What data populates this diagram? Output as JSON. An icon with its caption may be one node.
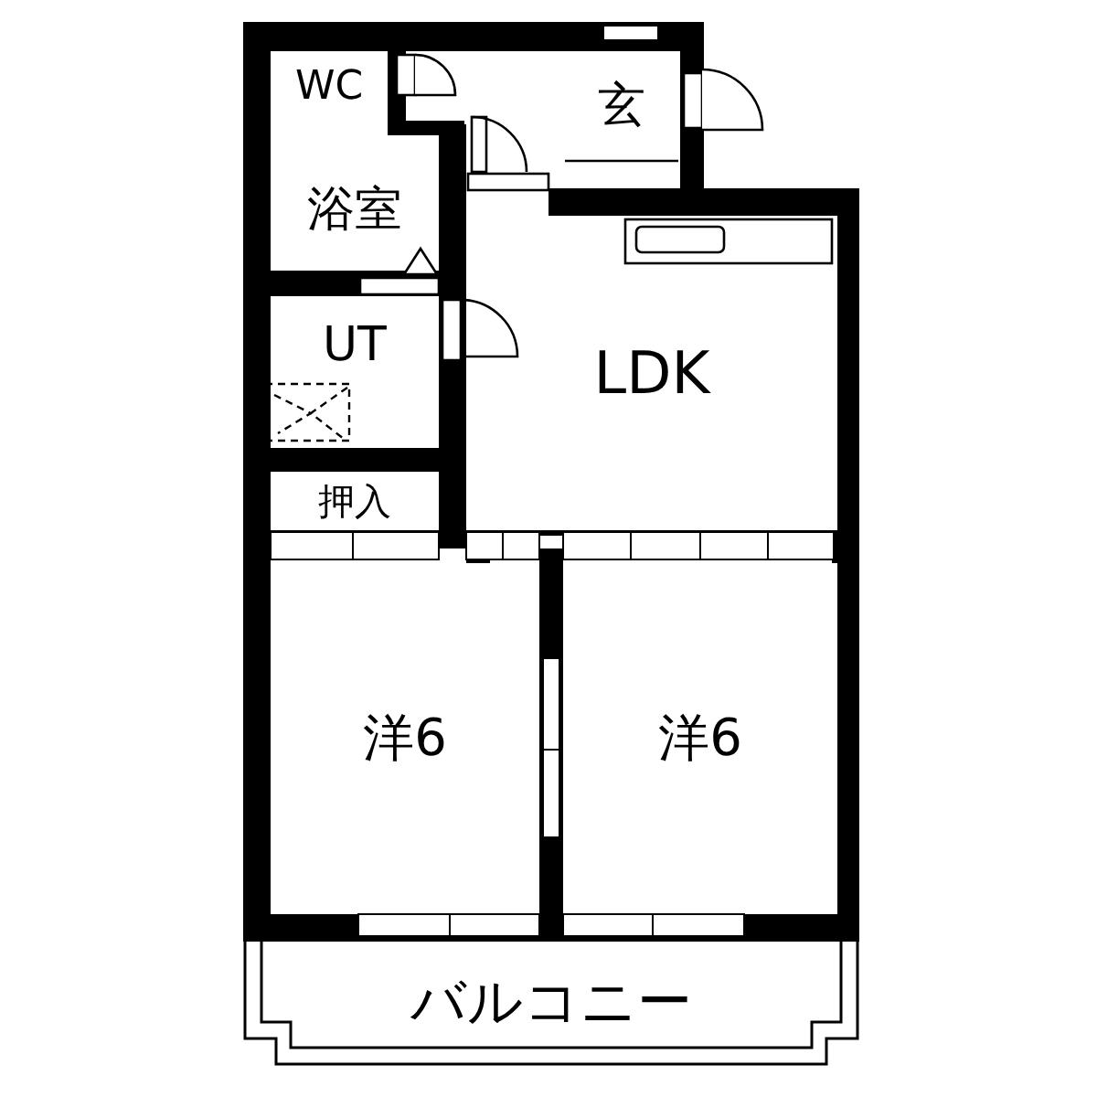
{
  "diagram": {
    "nodes": [
      {
        "text": [
          "WC"
        ]
      },
      {
        "text": [
          "玄"
        ]
      },
      {
        "text": [
          "浴室"
        ]
      },
      {
        "text": [
          "UT"
        ]
      },
      {
        "text": [
          "LDK"
        ]
      },
      {
        "text": [
          "押入"
        ]
      },
      {
        "text": [
          "洋6"
        ]
      },
      {
        "text": [
          "洋6"
        ]
      },
      {
        "text": [
          "バルコニー"
        ]
      }
    ]
  }
}
